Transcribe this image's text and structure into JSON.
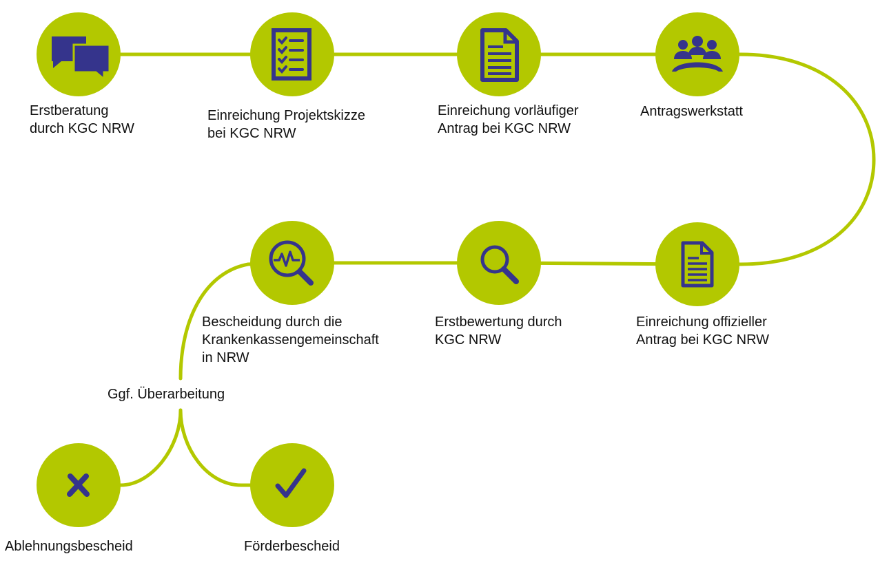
{
  "colors": {
    "accent": "#b3c800",
    "icon": "#35348c",
    "text": "#111111"
  },
  "steps": [
    {
      "id": "erstberatung",
      "icon": "chat-bubbles-icon",
      "lines": [
        "Erstberatung",
        "durch KGC NRW"
      ]
    },
    {
      "id": "projektskizze",
      "icon": "checklist-icon",
      "lines": [
        "Einreichung Projektskizze",
        "bei  KGC NRW"
      ]
    },
    {
      "id": "vorlaeufiger-antrag",
      "icon": "document-icon",
      "lines": [
        "Einreichung vorläufiger",
        "Antrag bei KGC NRW"
      ]
    },
    {
      "id": "antragswerkstatt",
      "icon": "group-meeting-icon",
      "lines": [
        "Antragswerkstatt"
      ]
    },
    {
      "id": "offizieller-antrag",
      "icon": "document-icon",
      "lines": [
        "Einreichung offizieller",
        "Antrag bei KGC NRW"
      ]
    },
    {
      "id": "erstbewertung",
      "icon": "magnifier-icon",
      "lines": [
        "Erstbewertung durch",
        "KGC NRW"
      ]
    },
    {
      "id": "bescheidung",
      "icon": "magnifier-pulse-icon",
      "lines": [
        "Bescheidung durch die",
        "Krankenkassengemeinschaft",
        "in NRW"
      ]
    },
    {
      "id": "ablehnung",
      "icon": "cross-icon",
      "lines": [
        "Ablehnungsbescheid"
      ]
    },
    {
      "id": "foerderung",
      "icon": "check-icon",
      "lines": [
        "Förderbescheid"
      ]
    }
  ],
  "branch_label": "Ggf. Überarbeitung"
}
